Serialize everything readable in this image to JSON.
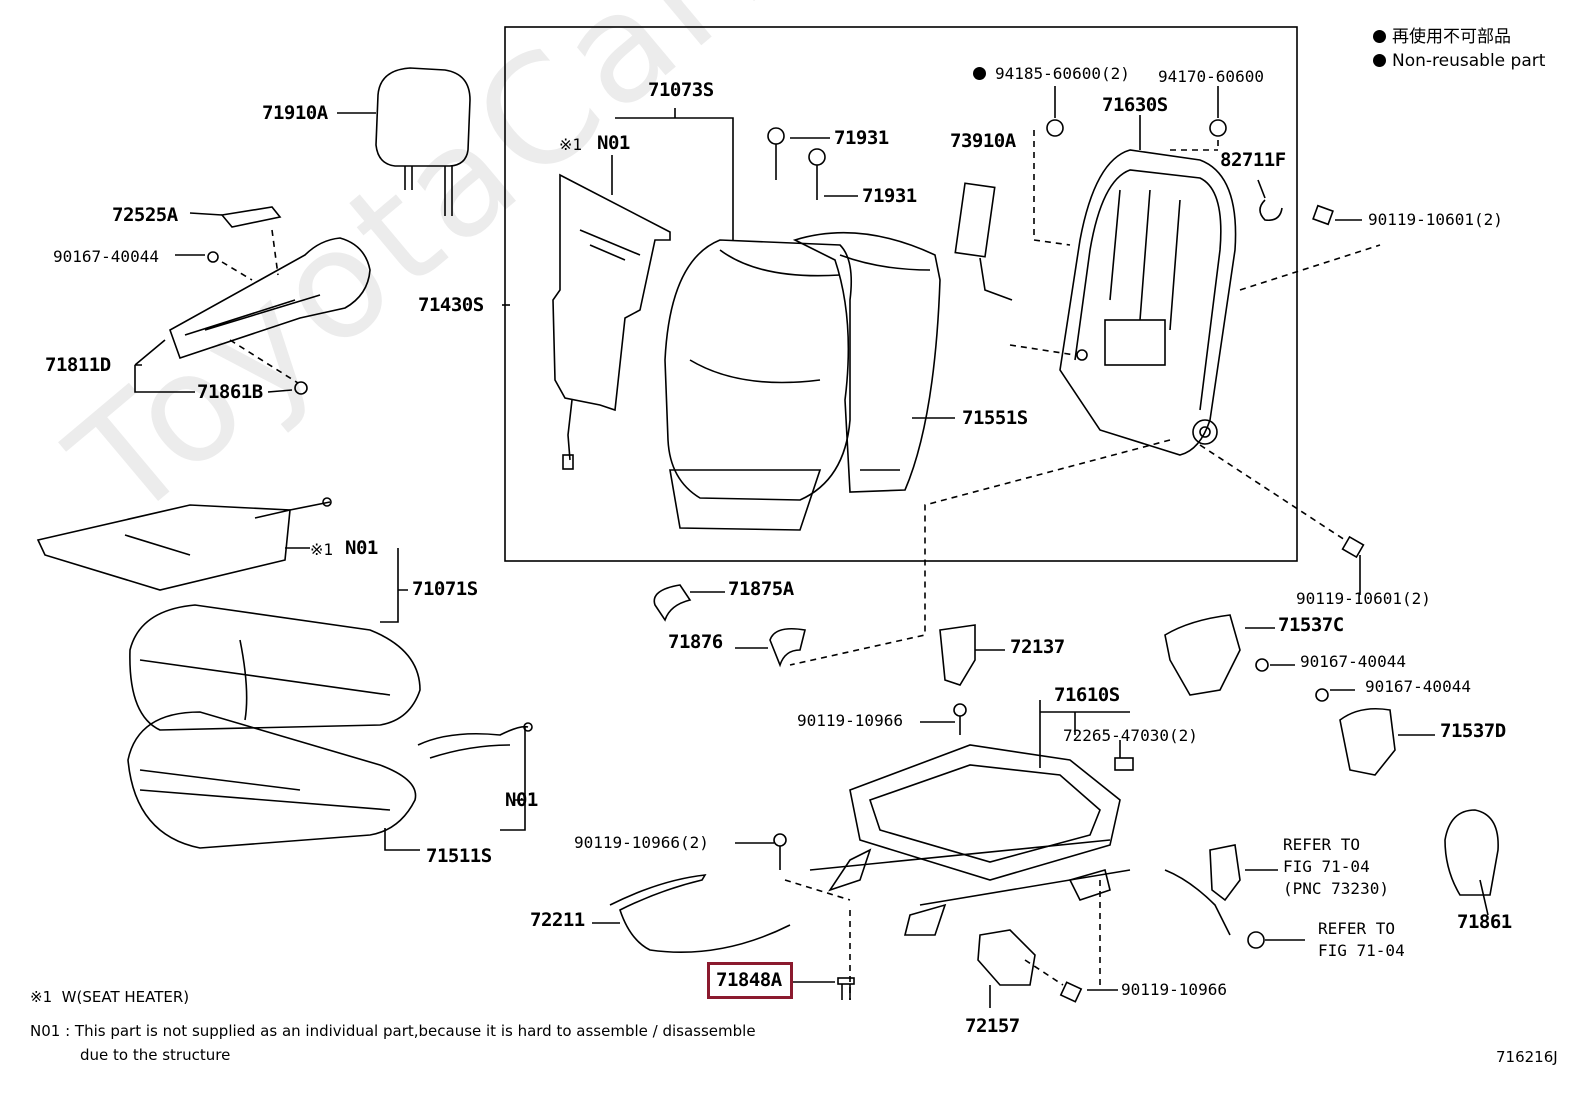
{
  "watermark": "ToyotaCarMine.ru",
  "legend": {
    "japanese": "再使用不可部品",
    "english": "Non-reusable part"
  },
  "labels": {
    "p71910A": "71910A",
    "p72525A": "72525A",
    "p90167_40044_left": "90167-40044",
    "p71811D": "71811D",
    "p71861B": "71861B",
    "p71430S": "71430S",
    "p71073S": "71073S",
    "n01_top_mark": "※1",
    "n01_top": "N01",
    "p71931_a": "71931",
    "p71931_b": "71931",
    "p94185": "94185-60600(2)",
    "p94170": "94170-60600",
    "p71630S": "71630S",
    "p73910A": "73910A",
    "p82711F": "82711F",
    "p90119_10601_top": "90119-10601(2)",
    "p71551S": "71551S",
    "n01_mid_mark": "※1",
    "n01_mid": "N01",
    "p71071S": "71071S",
    "p71875A": "71875A",
    "p71876": "71876",
    "p90119_10601_right": "90119-10601(2)",
    "p71537C": "71537C",
    "p90167_40044_r1": "90167-40044",
    "p90167_40044_r2": "90167-40044",
    "p71537D": "71537D",
    "p72137": "72137",
    "p71610S": "71610S",
    "p90119_10966_a": "90119-10966",
    "p72265": "72265-47030(2)",
    "n01_low": "N01",
    "p71511S": "71511S",
    "p90119_10966_2": "90119-10966(2)",
    "p72211": "72211",
    "p71848A": "71848A",
    "p72157": "72157",
    "p90119_10966_b": "90119-10966",
    "refer1_l1": "REFER TO",
    "refer1_l2": "FIG 71-04",
    "refer1_l3": "(PNC 73230)",
    "refer2_l1": "REFER TO",
    "refer2_l2": "FIG 71-04",
    "p71861": "71861"
  },
  "notes": {
    "note1_mark": "※1",
    "note1_text": "W(SEAT  HEATER)",
    "note2_mark": "N01 :",
    "note2_line1": "This part is not supplied as an individual part,because it is hard to assemble / disassemble",
    "note2_line2": "due to the structure"
  },
  "figure_id": "716216J",
  "colors": {
    "highlight": "#8b1a2e",
    "line": "#000000"
  }
}
